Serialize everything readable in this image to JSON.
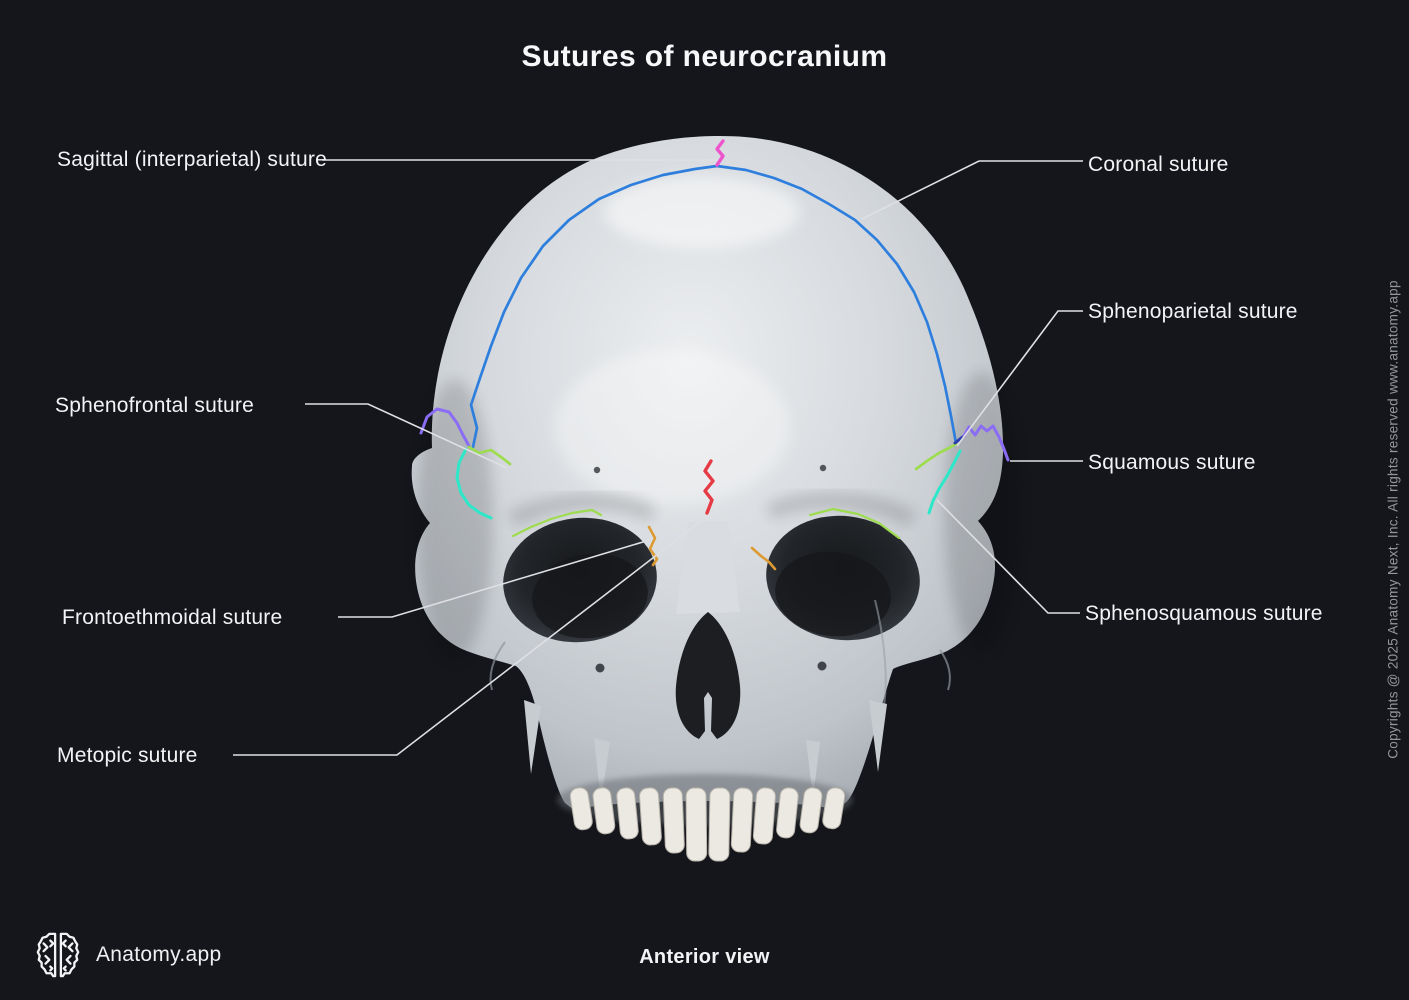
{
  "title": "Sutures of neurocranium",
  "view": {
    "label": "Anterior view"
  },
  "brand": {
    "name": "Anatomy.app",
    "icon": "brain-logo-icon"
  },
  "copyright": "Copyrights @ 2025 Anatomy Next, Inc. All rights reserved www.anatomy.app",
  "labels": {
    "left": [
      {
        "id": "sagittal",
        "text": "Sagittal (interparietal) suture"
      },
      {
        "id": "sphenofrontal",
        "text": "Sphenofrontal suture"
      },
      {
        "id": "frontoethmoidal",
        "text": "Frontoethmoidal suture"
      },
      {
        "id": "metopic",
        "text": "Metopic suture"
      }
    ],
    "right": [
      {
        "id": "coronal",
        "text": "Coronal suture"
      },
      {
        "id": "sphenoparietal",
        "text": "Sphenoparietal suture"
      },
      {
        "id": "squamous",
        "text": "Squamous suture"
      },
      {
        "id": "sphenosquamous",
        "text": "Sphenosquamous suture"
      }
    ]
  },
  "suture_colors": {
    "sagittal": "#ee55cc",
    "coronal": "#2e7fdd",
    "sphenofrontal": "#9ddc4f",
    "sphenoparietal": "#2c3fae",
    "squamous": "#8a6cf5",
    "sphenosquamous": "#2ce8c8",
    "frontoethmoidal": "#dd9a33",
    "metopic": "#e63a45"
  }
}
